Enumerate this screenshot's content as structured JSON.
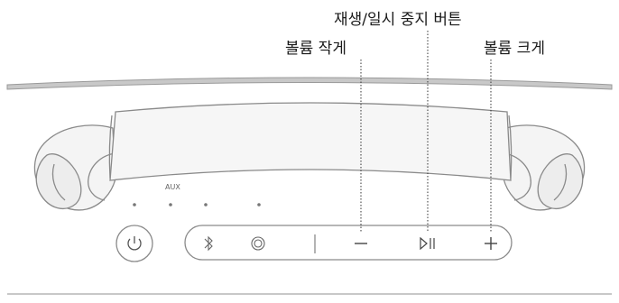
{
  "callouts": {
    "play_pause": "재생/일시 중지 버튼",
    "volume_down": "볼륨 작게",
    "volume_up": "볼륨 크게"
  },
  "panel": {
    "aux_label": "AUX",
    "buttons": [
      {
        "icon": "power-icon"
      },
      {
        "icon": "bluetooth-icon"
      },
      {
        "icon": "aux-icon"
      },
      {
        "icon": "minus-icon"
      },
      {
        "icon": "play-pause-icon"
      },
      {
        "icon": "plus-icon"
      }
    ]
  },
  "colors": {
    "outline": "#8a8a8a",
    "body_fill": "#f4f4f4",
    "leader_line": "#333333",
    "top_band": "#b9b9b9"
  }
}
